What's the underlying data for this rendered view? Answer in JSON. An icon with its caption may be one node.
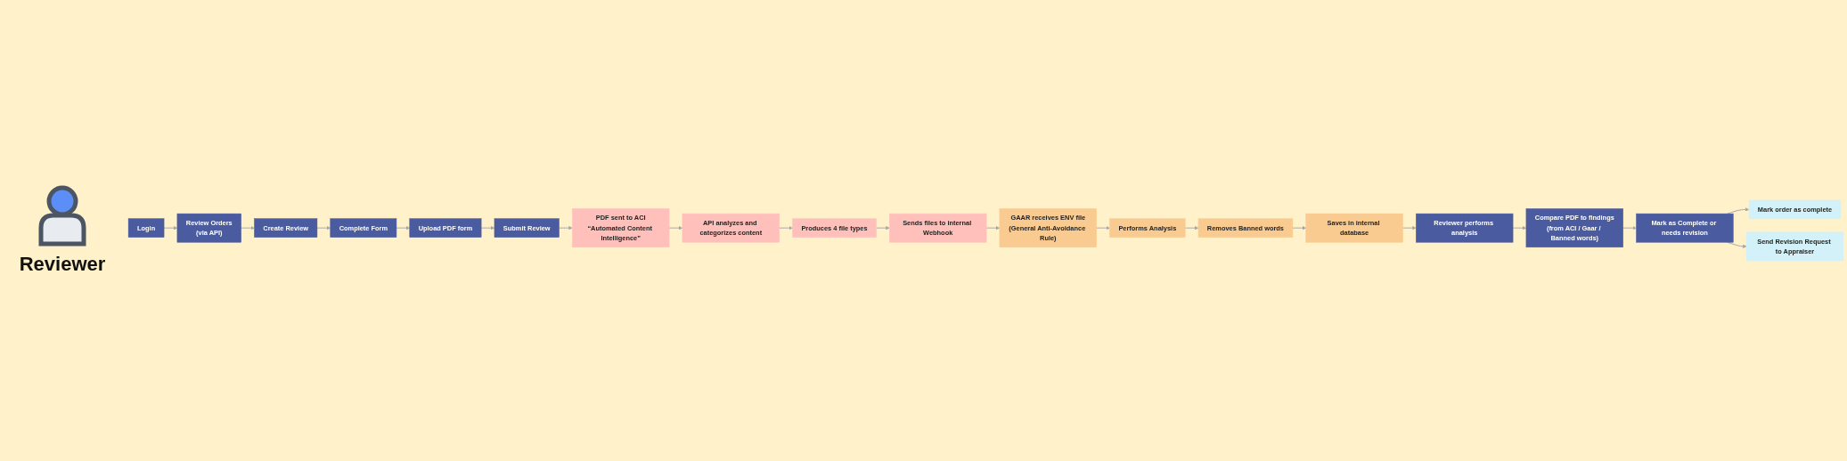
{
  "diagram": {
    "nodes": [
      {
        "text": [
          "Login"
        ]
      },
      {
        "text": [
          "Review Orders",
          "(via API)"
        ]
      },
      {
        "text": [
          "Create Review"
        ]
      },
      {
        "text": [
          "Complete Form"
        ]
      },
      {
        "text": [
          "Upload PDF form"
        ]
      },
      {
        "text": [
          "Submit Review"
        ]
      },
      {
        "text": [
          "PDF sent to ACI",
          "“Automated Content Intelligence”"
        ]
      },
      {
        "text": [
          "API analyzes and categorizes content"
        ]
      },
      {
        "text": [
          "Produces 4 file types"
        ]
      },
      {
        "text": [
          "Sends files to internal Webhook"
        ]
      },
      {
        "text": [
          "GAAR receives ENV file",
          "(General Anti-Avoidance Rule)"
        ]
      },
      {
        "text": [
          "Performs Analysis"
        ]
      },
      {
        "text": [
          "Removes Banned words"
        ]
      },
      {
        "text": [
          "Saves in internal database"
        ]
      },
      {
        "text": [
          "Reviewer performs analysis"
        ]
      },
      {
        "text": [
          "Compare PDF to findings",
          "(from ACI / Gaar / Banned words)"
        ]
      },
      {
        "text": [
          "Mark as Complete or needs revision"
        ]
      },
      {
        "text": [
          "Mark order as complete"
        ]
      },
      {
        "text": [
          "Send Revision Request to Appraiser"
        ]
      }
    ],
    "edges": [
      {
        "from": 0,
        "to": 1,
        "arrow": "to"
      },
      {
        "from": 1,
        "to": 2,
        "arrow": "to"
      },
      {
        "from": 2,
        "to": 3,
        "arrow": "to"
      },
      {
        "from": 3,
        "to": 4,
        "arrow": "to"
      },
      {
        "from": 4,
        "to": 5,
        "arrow": "to"
      },
      {
        "from": 5,
        "to": 6,
        "arrow": "to"
      },
      {
        "from": 6,
        "to": 7,
        "arrow": "to"
      },
      {
        "from": 7,
        "to": 8,
        "arrow": "to"
      },
      {
        "from": 8,
        "to": 9,
        "arrow": "to"
      },
      {
        "from": 9,
        "to": 10,
        "arrow": "to"
      },
      {
        "from": 10,
        "to": 11,
        "arrow": "to"
      },
      {
        "from": 11,
        "to": 12,
        "arrow": "to"
      },
      {
        "from": 12,
        "to": 13,
        "arrow": "to"
      },
      {
        "from": 13,
        "to": 14,
        "arrow": "to"
      },
      {
        "from": 14,
        "to": 15,
        "arrow": "to"
      },
      {
        "from": 15,
        "to": 16,
        "arrow": "to"
      },
      {
        "from": 16,
        "to": 17,
        "arrow": "to"
      },
      {
        "from": 16,
        "to": 18,
        "arrow": "to"
      }
    ],
    "labels": [
      "Reviewer"
    ]
  }
}
